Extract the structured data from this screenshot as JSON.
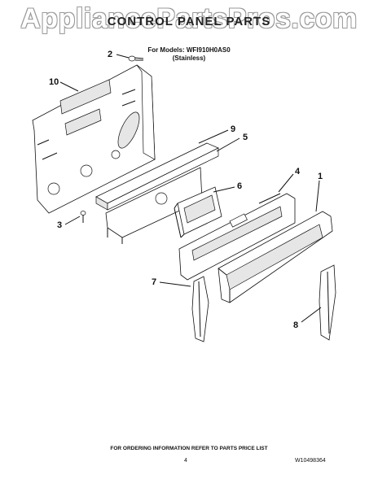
{
  "header": {
    "watermark": "AppliancePartsPros.com",
    "title": "CONTROL PANEL PARTS",
    "models_line": "For Models: WFI910H0AS0",
    "variant": "(Stainless)"
  },
  "callouts": [
    {
      "id": "1",
      "label": "1"
    },
    {
      "id": "2",
      "label": "2"
    },
    {
      "id": "3",
      "label": "3"
    },
    {
      "id": "4",
      "label": "4"
    },
    {
      "id": "5",
      "label": "5"
    },
    {
      "id": "6",
      "label": "6"
    },
    {
      "id": "7",
      "label": "7"
    },
    {
      "id": "8",
      "label": "8"
    },
    {
      "id": "9",
      "label": "9"
    },
    {
      "id": "10",
      "label": "10"
    }
  ],
  "footer": {
    "ordering_note": "FOR ORDERING INFORMATION REFER TO PARTS PRICE LIST",
    "page_number": "4",
    "document_number": "W10498364"
  }
}
